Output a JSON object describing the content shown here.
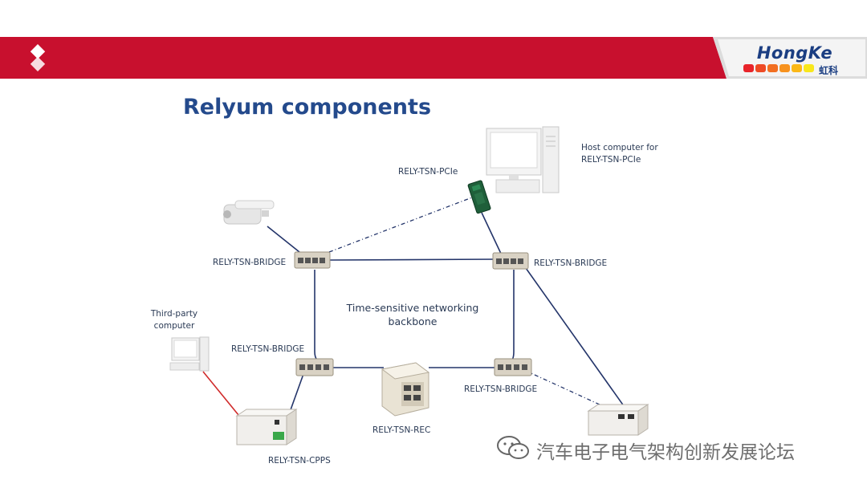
{
  "header": {
    "logo_icon": "diamond-logo-icon",
    "brand_name": "HongKe",
    "brand_cn": "虹科",
    "brand_dot_colors": [
      "#e8242a",
      "#ee4a25",
      "#f26f22",
      "#f7921e",
      "#fbb817",
      "#f8e71c"
    ],
    "accent_color": "#c8102e"
  },
  "title": "Relyum components",
  "labels": {
    "host_computer": [
      "Host computer for",
      "RELY-TSN-PCIe"
    ],
    "pcie": "RELY-TSN-PCIe",
    "bridge_top_left": "RELY-TSN-BRIDGE",
    "bridge_top_right": "RELY-TSN-BRIDGE",
    "third_party": [
      "Third-party",
      "computer"
    ],
    "bridge_bottom_left": "RELY-TSN-BRIDGE",
    "bridge_bottom_right": "RELY-TSN-BRIDGE",
    "backbone": [
      "Time-sensitive networking",
      "backbone"
    ],
    "rec": "RELY-TSN-REC",
    "cpps": "RELY-TSN-CPPS"
  },
  "watermark": "汽车电子电气架构创新发展论坛"
}
